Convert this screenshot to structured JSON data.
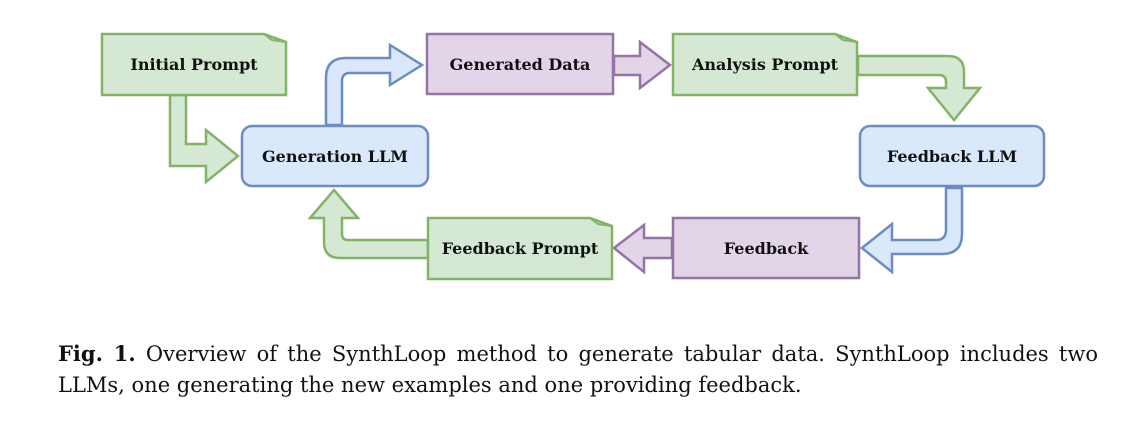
{
  "diagram": {
    "nodes": {
      "initial_prompt": "Initial Prompt",
      "generation_llm": "Generation LLM",
      "generated_data": "Generated Data",
      "analysis_prompt": "Analysis Prompt",
      "feedback_llm": "Feedback LLM",
      "feedback": "Feedback",
      "feedback_prompt": "Feedback Prompt"
    },
    "colors": {
      "green_fill": "#d5e8d4",
      "green_stroke": "#82b366",
      "blue_fill": "#dae8fc",
      "blue_stroke": "#6c8ebf",
      "purple_fill": "#e1d5e7",
      "purple_stroke": "#9673a6"
    }
  },
  "caption": {
    "label": "Fig. 1.",
    "text": "Overview of the SynthLoop method to generate tabular data. SynthLoop includes two LLMs, one generating the new examples and one providing feedback."
  }
}
